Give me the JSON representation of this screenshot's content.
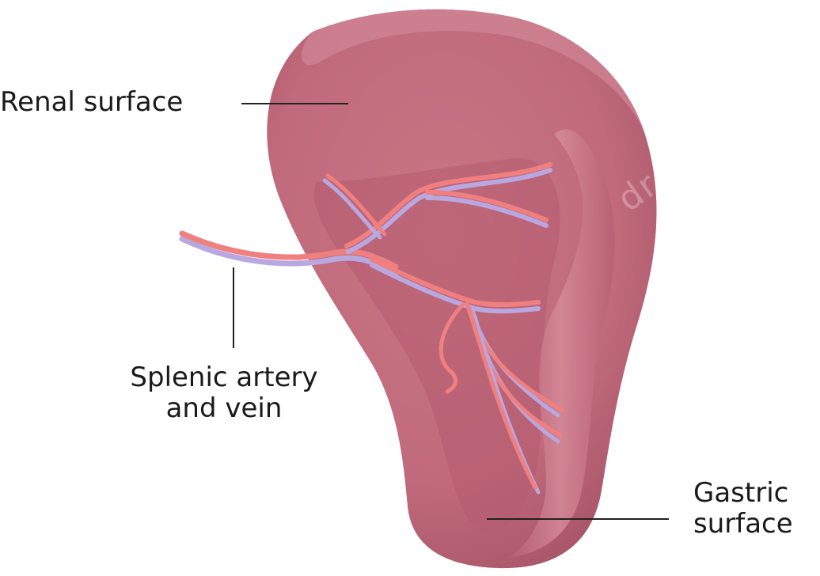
{
  "labels": {
    "renal": "Renal surface",
    "splenic_line1": "Splenic artery",
    "splenic_line2": "and vein",
    "gastric_line1": "Gastric",
    "gastric_line2": "surface"
  },
  "watermark": "dreamstime",
  "colors": {
    "spleen": "#c46a7c",
    "spleen_dark": "#a24e62",
    "spleen_light": "#d98a9a",
    "artery": "#f08080",
    "vein": "#b9a7e0",
    "leader": "#222222"
  }
}
